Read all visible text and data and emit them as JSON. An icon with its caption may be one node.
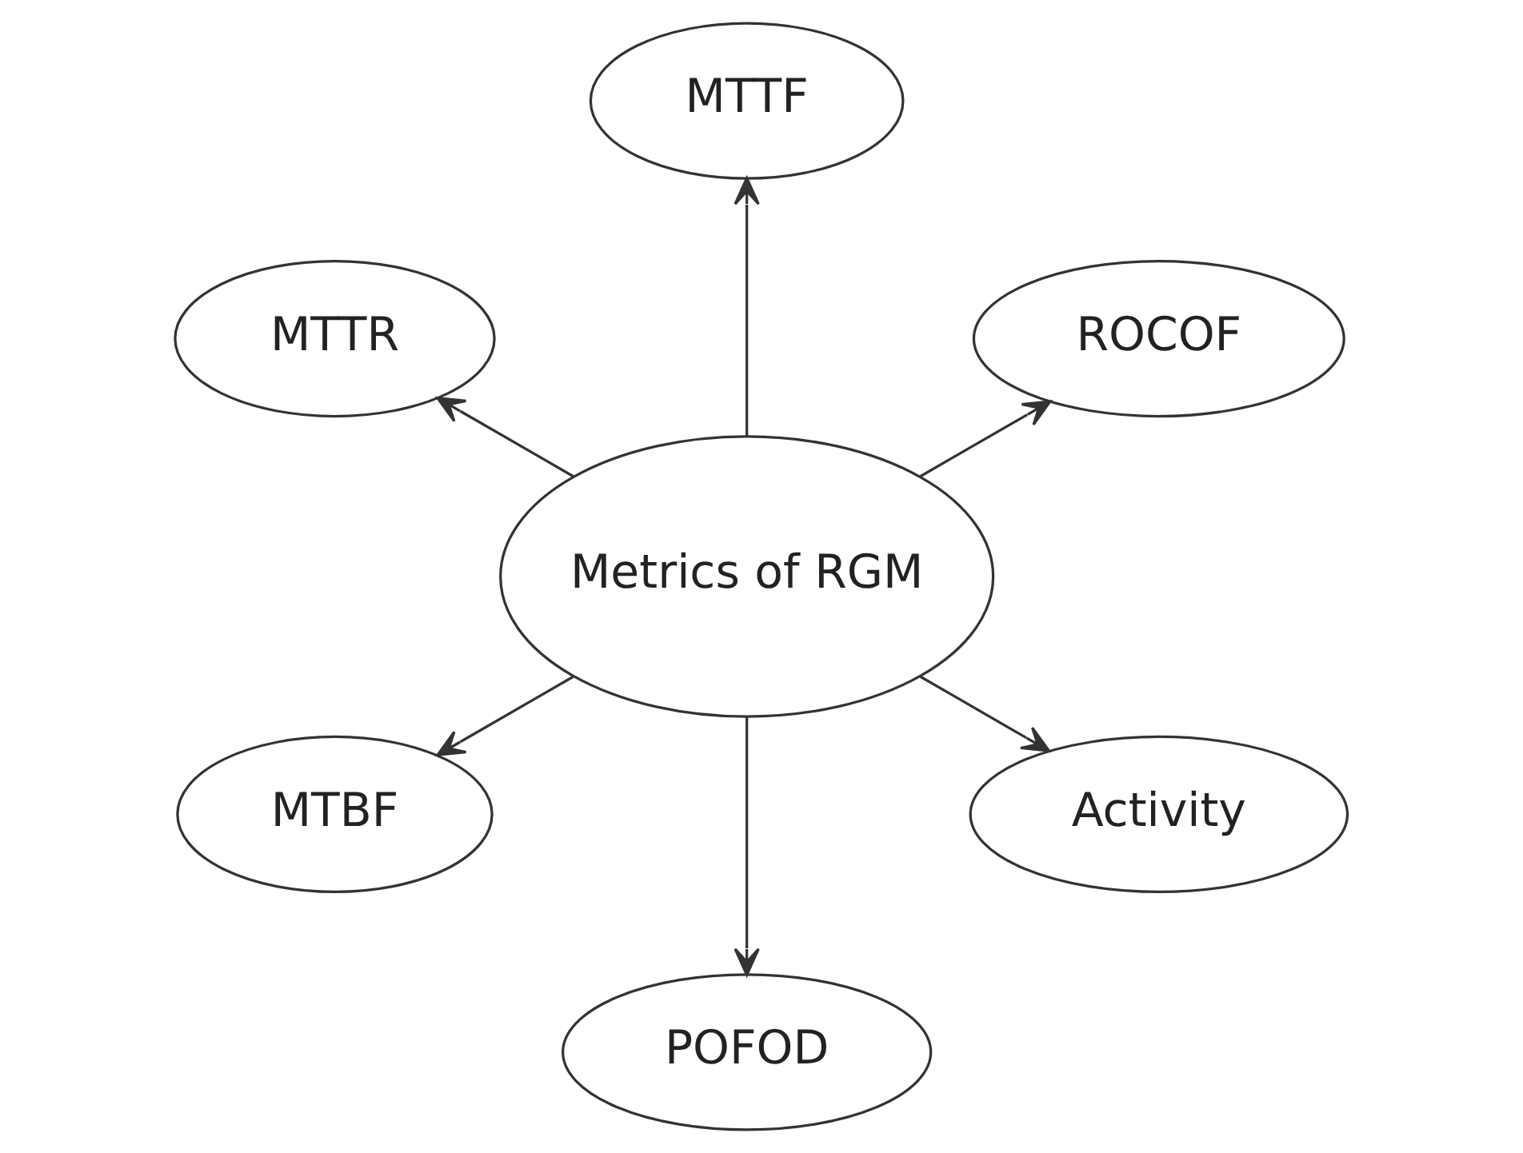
{
  "diagram": {
    "nodes": [
      {
        "text": [
          "Metrics of RGM"
        ]
      },
      {
        "text": [
          "ROCOF"
        ]
      },
      {
        "text": [
          "MTTF"
        ]
      },
      {
        "text": [
          "MTTR"
        ]
      },
      {
        "text": [
          "MTBF"
        ]
      },
      {
        "text": [
          "POFOD"
        ]
      },
      {
        "text": [
          "Activity"
        ]
      }
    ],
    "edges": [
      {
        "from": 0,
        "to": 1,
        "arrow": "to"
      },
      {
        "from": 0,
        "to": 2,
        "arrow": "to"
      },
      {
        "from": 0,
        "to": 3,
        "arrow": "to"
      },
      {
        "from": 0,
        "to": 4,
        "arrow": "to"
      },
      {
        "from": 0,
        "to": 5,
        "arrow": "to"
      },
      {
        "from": 0,
        "to": 6,
        "arrow": "to"
      }
    ]
  }
}
